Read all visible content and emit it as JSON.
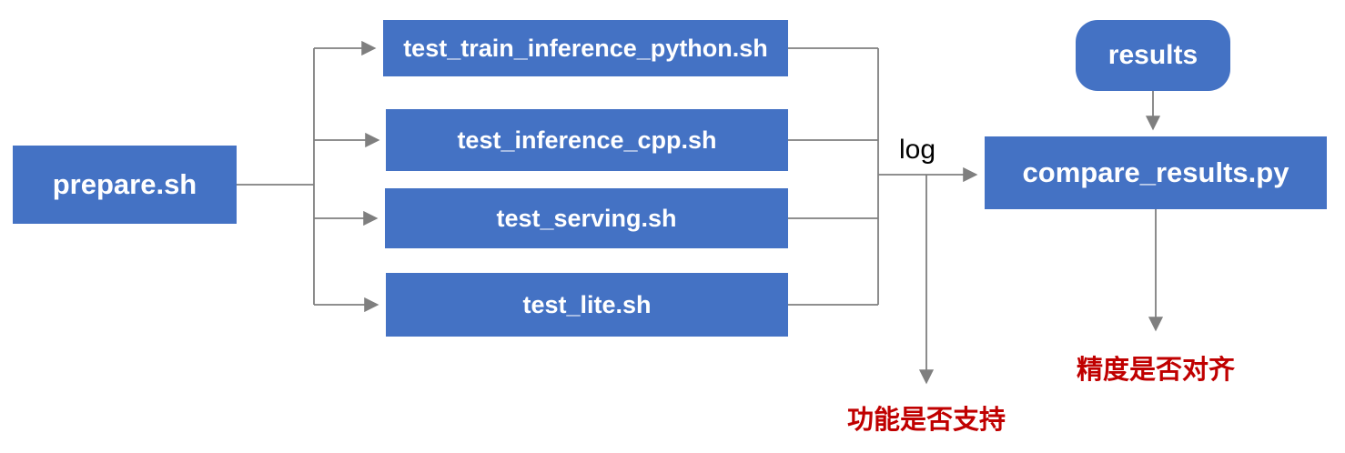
{
  "diagram": {
    "title": "test pipeline flowchart",
    "nodes": {
      "prepare": {
        "label": "prepare.sh"
      },
      "test_train_inference_python": {
        "label": "test_train_inference_python.sh"
      },
      "test_inference_cpp": {
        "label": "test_inference_cpp.sh"
      },
      "test_serving": {
        "label": "test_serving.sh"
      },
      "test_lite": {
        "label": "test_lite.sh"
      },
      "results": {
        "label": "results"
      },
      "compare_results": {
        "label": "compare_results.py"
      }
    },
    "labels": {
      "log": "log",
      "precision_check": "精度是否对齐",
      "function_check": "功能是否支持"
    },
    "colors": {
      "node_fill": "#4472C4",
      "node_text": "#FFFFFF",
      "arrow": "#7F7F7F",
      "annotation_red": "#C00000",
      "log_text": "#000000"
    }
  }
}
